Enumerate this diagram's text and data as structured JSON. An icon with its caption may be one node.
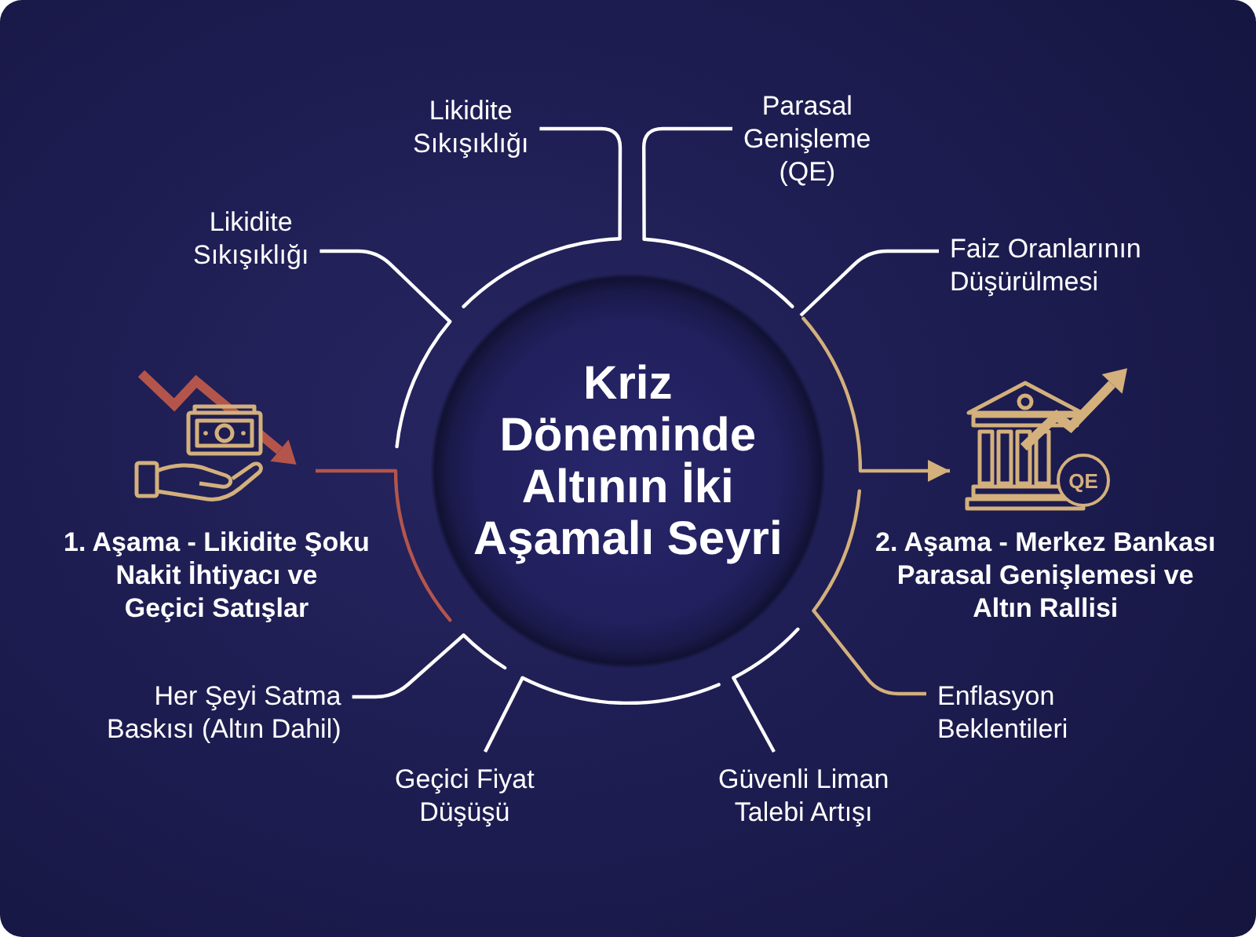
{
  "diagram": {
    "nodes": [
      {
        "text": [
          "Likidite Sıkışıklığı"
        ]
      },
      {
        "text": [
          "Parasal Genişleme (QE)"
        ]
      },
      {
        "text": [
          "Likidite Sıkışıklığı"
        ]
      },
      {
        "text": [
          "Faiz Oranlarının Düşürülmesi"
        ]
      },
      {
        "text": [],
        "shape": "picture",
        "beside": [
          "1. Aşama - Likidite Şoku Nakit İhtiyacı ve Geçici Satışlar"
        ]
      },
      {
        "text": [
          "Kriz Döneminde Altının İki Aşamalı Seyri"
        ]
      },
      {
        "text": [
          "QE"
        ],
        "beside": [
          "2. Aşama - Merkez Bankası Parasal Genişlemesi ve Altın Rallisi"
        ]
      },
      {
        "text": [
          "Her Şeyi Satma Baskısı (Altın Dahil)"
        ]
      },
      {
        "text": [
          "Enflasyon Beklentileri"
        ]
      },
      {
        "text": [
          "Geçici Fiyat Düşüşü"
        ]
      },
      {
        "text": [
          "Güvenli Liman Talebi Artışı"
        ]
      }
    ],
    "edges": [
      {
        "from": 5,
        "to": 0,
        "arrow": "none"
      },
      {
        "from": 5,
        "to": 1,
        "arrow": "none"
      },
      {
        "from": 5,
        "to": 2,
        "arrow": "none"
      },
      {
        "from": 5,
        "to": 3,
        "arrow": "none"
      },
      {
        "from": 4,
        "to": 5,
        "arrow": "none",
        "color": "#b4554c"
      },
      {
        "from": 5,
        "to": 6,
        "arrow": "to",
        "color": "#d3b07c"
      },
      {
        "from": 5,
        "to": 7,
        "arrow": "none"
      },
      {
        "from": 5,
        "to": 8,
        "arrow": "none",
        "color": "#d3b07c"
      },
      {
        "from": 5,
        "to": 9,
        "arrow": "none"
      },
      {
        "from": 5,
        "to": 10,
        "arrow": "none"
      }
    ]
  }
}
